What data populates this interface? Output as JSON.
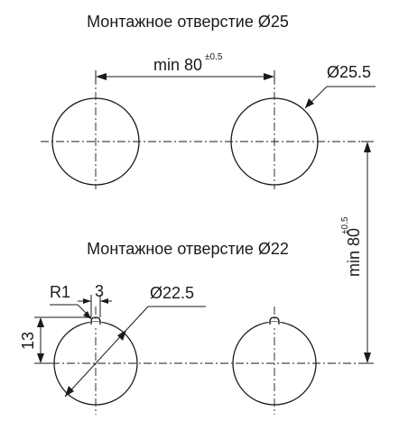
{
  "sections": {
    "top_title": "Монтажное отверстие Ø25",
    "bottom_title": "Монтажное отверстие Ø22"
  },
  "dimensions": {
    "spacing_min": "min 80",
    "spacing_tolerance": "±0.5",
    "diameter_top": "Ø25.5",
    "diameter_bottom": "Ø22.5",
    "key_radius": "R1",
    "key_width": "3",
    "key_height": "13"
  }
}
